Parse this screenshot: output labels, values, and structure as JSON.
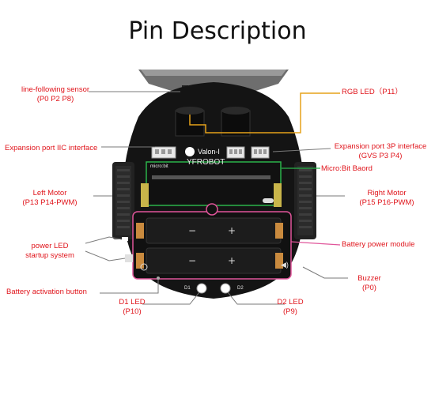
{
  "title": "Pin Description",
  "labels": {
    "line_sensor": {
      "l1": "line-following sensor",
      "l2": "(P0  P2  P8)"
    },
    "rgb_led": {
      "l1": "RGB LED（P11）"
    },
    "iic_port": {
      "l1": "Expansion port IIC interface"
    },
    "exp_3p": {
      "l1": "Expansion port 3P interface",
      "l2": "(GVS    P3  P4)"
    },
    "microbit": {
      "l1": "Micro:Bit Baord"
    },
    "left_motor": {
      "l1": "Left Motor",
      "l2": "(P13  P14-PWM)"
    },
    "right_motor": {
      "l1": "Right Motor",
      "l2": "(P15  P16-PWM)"
    },
    "power_led": {
      "l1": "power LED",
      "l2": "startup system"
    },
    "battery_module": {
      "l1": "Battery power module"
    },
    "buzzer": {
      "l1": "Buzzer",
      "l2": "(P0)"
    },
    "battery_button": {
      "l1": "Battery activation button"
    },
    "d1_led": {
      "l1": "D1  LED",
      "l2": "(P10)"
    },
    "d2_led": {
      "l1": "D2  LED",
      "l2": "(P9)"
    }
  },
  "board_text": {
    "brand": "Valon-I",
    "maker": "YFROBOT",
    "mb": "micro:bit",
    "d1": "D1",
    "d2": "D2"
  },
  "colors": {
    "label": "#e0141b",
    "board": "#141414",
    "leader": "#7a7a7a",
    "rgb_line": "#e5a21a",
    "microbit_outline": "#2bb34a",
    "battery_outline": "#e0559a"
  }
}
